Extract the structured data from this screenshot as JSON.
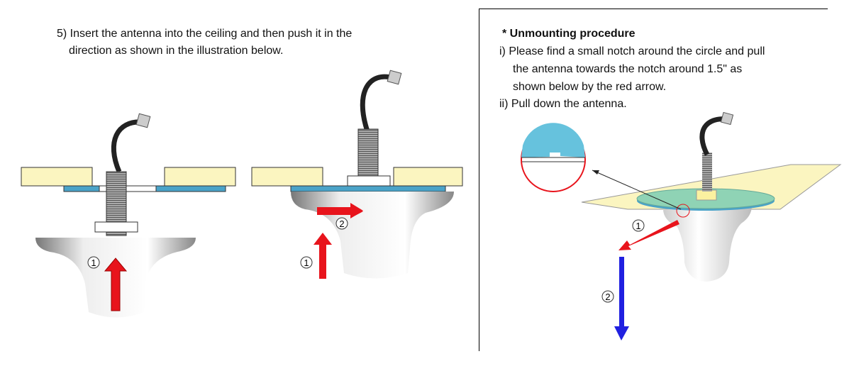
{
  "left": {
    "step_line1": "5) Insert the antenna into the ceiling and then push it in the",
    "step_line2": "direction  as shown in the illustration below."
  },
  "right": {
    "heading": "* Unmounting procedure",
    "step_i_line1": "i) Please find a small notch around the circle and pull",
    "step_i_line2": "the antenna towards the notch around 1.5\" as",
    "step_i_line3": "shown below by the red arrow.",
    "step_ii": "ii) Pull down the antenna."
  },
  "labels": {
    "one": "1",
    "two": "2"
  },
  "colors": {
    "red_arrow": "#e8141c",
    "blue_arrow": "#2020e0",
    "ceiling": "#fbf5c0",
    "plate": "#4aa3c8"
  }
}
